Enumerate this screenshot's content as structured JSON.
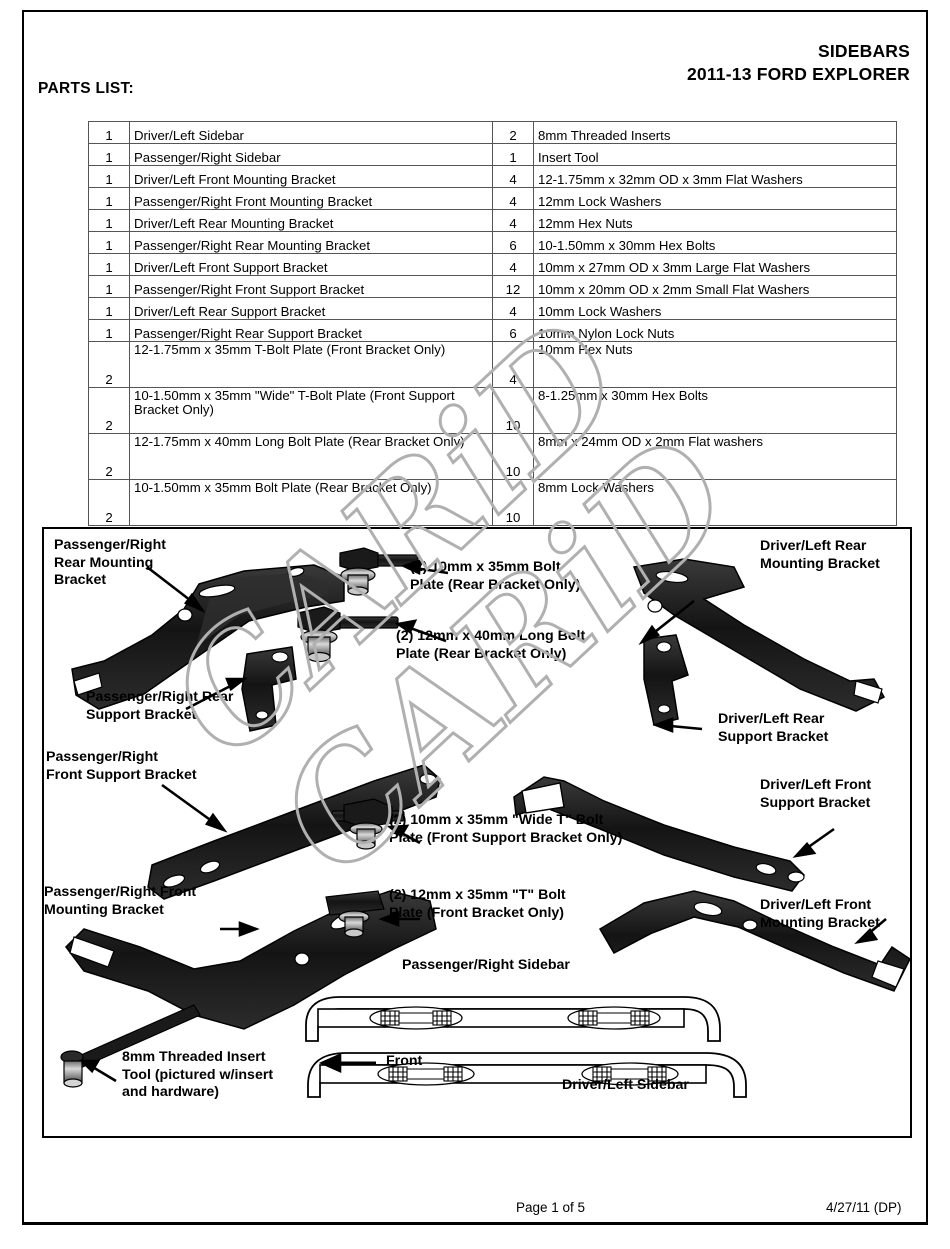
{
  "header": {
    "title_line1": "SIDEBARS",
    "title_line2": "2011-13 FORD EXPLORER",
    "parts_list_label": "PARTS LIST:"
  },
  "watermark": {
    "text": "CARiD"
  },
  "parts_table": {
    "rows": [
      {
        "left_qty": "1",
        "left_desc": "Driver/Left Sidebar",
        "right_qty": "2",
        "right_desc": "8mm Threaded Inserts",
        "tall": false
      },
      {
        "left_qty": "1",
        "left_desc": "Passenger/Right Sidebar",
        "right_qty": "1",
        "right_desc": "Insert Tool",
        "tall": false
      },
      {
        "left_qty": "1",
        "left_desc": "Driver/Left Front Mounting Bracket",
        "right_qty": "4",
        "right_desc": "12-1.75mm x 32mm OD x 3mm Flat Washers",
        "tall": false
      },
      {
        "left_qty": "1",
        "left_desc": "Passenger/Right Front Mounting Bracket",
        "right_qty": "4",
        "right_desc": "12mm Lock Washers",
        "tall": false
      },
      {
        "left_qty": "1",
        "left_desc": "Driver/Left Rear Mounting Bracket",
        "right_qty": "4",
        "right_desc": "12mm Hex Nuts",
        "tall": false
      },
      {
        "left_qty": "1",
        "left_desc": "Passenger/Right Rear Mounting Bracket",
        "right_qty": "6",
        "right_desc": "10-1.50mm x 30mm Hex Bolts",
        "tall": false
      },
      {
        "left_qty": "1",
        "left_desc": "Driver/Left Front Support Bracket",
        "right_qty": "4",
        "right_desc": "10mm x 27mm OD x 3mm Large Flat Washers",
        "tall": false
      },
      {
        "left_qty": "1",
        "left_desc": "Passenger/Right Front Support Bracket",
        "right_qty": "12",
        "right_desc": "10mm x 20mm OD x 2mm Small Flat Washers",
        "tall": false
      },
      {
        "left_qty": "1",
        "left_desc": "Driver/Left Rear Support Bracket",
        "right_qty": "4",
        "right_desc": "10mm Lock Washers",
        "tall": false
      },
      {
        "left_qty": "1",
        "left_desc": "Passenger/Right Rear Support Bracket",
        "right_qty": "6",
        "right_desc": "10mm Nylon Lock Nuts",
        "tall": false
      },
      {
        "left_qty": "2",
        "left_desc": "12-1.75mm x 35mm T-Bolt Plate (Front Bracket Only)",
        "right_qty": "4",
        "right_desc": "10mm Hex Nuts",
        "tall": true
      },
      {
        "left_qty": "2",
        "left_desc": "10-1.50mm x 35mm \"Wide\" T-Bolt Plate (Front Support Bracket Only)",
        "right_qty": "10",
        "right_desc": "8-1.25mm x 30mm Hex Bolts",
        "tall": true
      },
      {
        "left_qty": "2",
        "left_desc": "12-1.75mm x 40mm Long Bolt Plate (Rear Bracket Only)",
        "right_qty": "10",
        "right_desc": "8mm x 24mm OD x 2mm Flat washers",
        "tall": true
      },
      {
        "left_qty": "2",
        "left_desc": "10-1.50mm x 35mm Bolt Plate (Rear Bracket Only)",
        "right_qty": "10",
        "right_desc": "8mm Lock Washers",
        "tall": true
      }
    ]
  },
  "diagram": {
    "labels": {
      "passenger_rear_mounting": "Passenger/Right\nRear Mounting\nBracket",
      "bolt_plate_rear_10mm": "(2) 10mm x 35mm Bolt\nPlate (Rear Bracket Only)",
      "driver_rear_mounting": "Driver/Left Rear\nMounting Bracket",
      "bolt_plate_rear_12mm": "(2) 12mm x 40mm Long Bolt\nPlate (Rear Bracket Only)",
      "passenger_rear_support": "Passenger/Right Rear\nSupport Bracket",
      "driver_rear_support": "Driver/Left Rear\nSupport Bracket",
      "passenger_front_support": "Passenger/Right\nFront Support Bracket",
      "bolt_plate_wide_t": "(2) 10mm x 35mm \"Wide T\" Bolt\nPlate (Front Support Bracket Only)",
      "driver_front_support": "Driver/Left Front\nSupport Bracket",
      "passenger_front_mounting": "Passenger/Right Front\nMounting Bracket",
      "bolt_plate_t": "(2) 12mm x 35mm \"T\" Bolt\nPlate (Front Bracket Only)",
      "driver_front_mounting": "Driver/Left Front\nMounting Bracket",
      "passenger_sidebar": "Passenger/Right Sidebar",
      "driver_sidebar": "Driver/Left Sidebar",
      "front_direction": "Front",
      "insert_tool": "8mm Threaded Insert\nTool (pictured w/insert\nand hardware)"
    }
  },
  "footer": {
    "page": "Page 1 of 5",
    "date": "4/27/11 (DP)"
  }
}
